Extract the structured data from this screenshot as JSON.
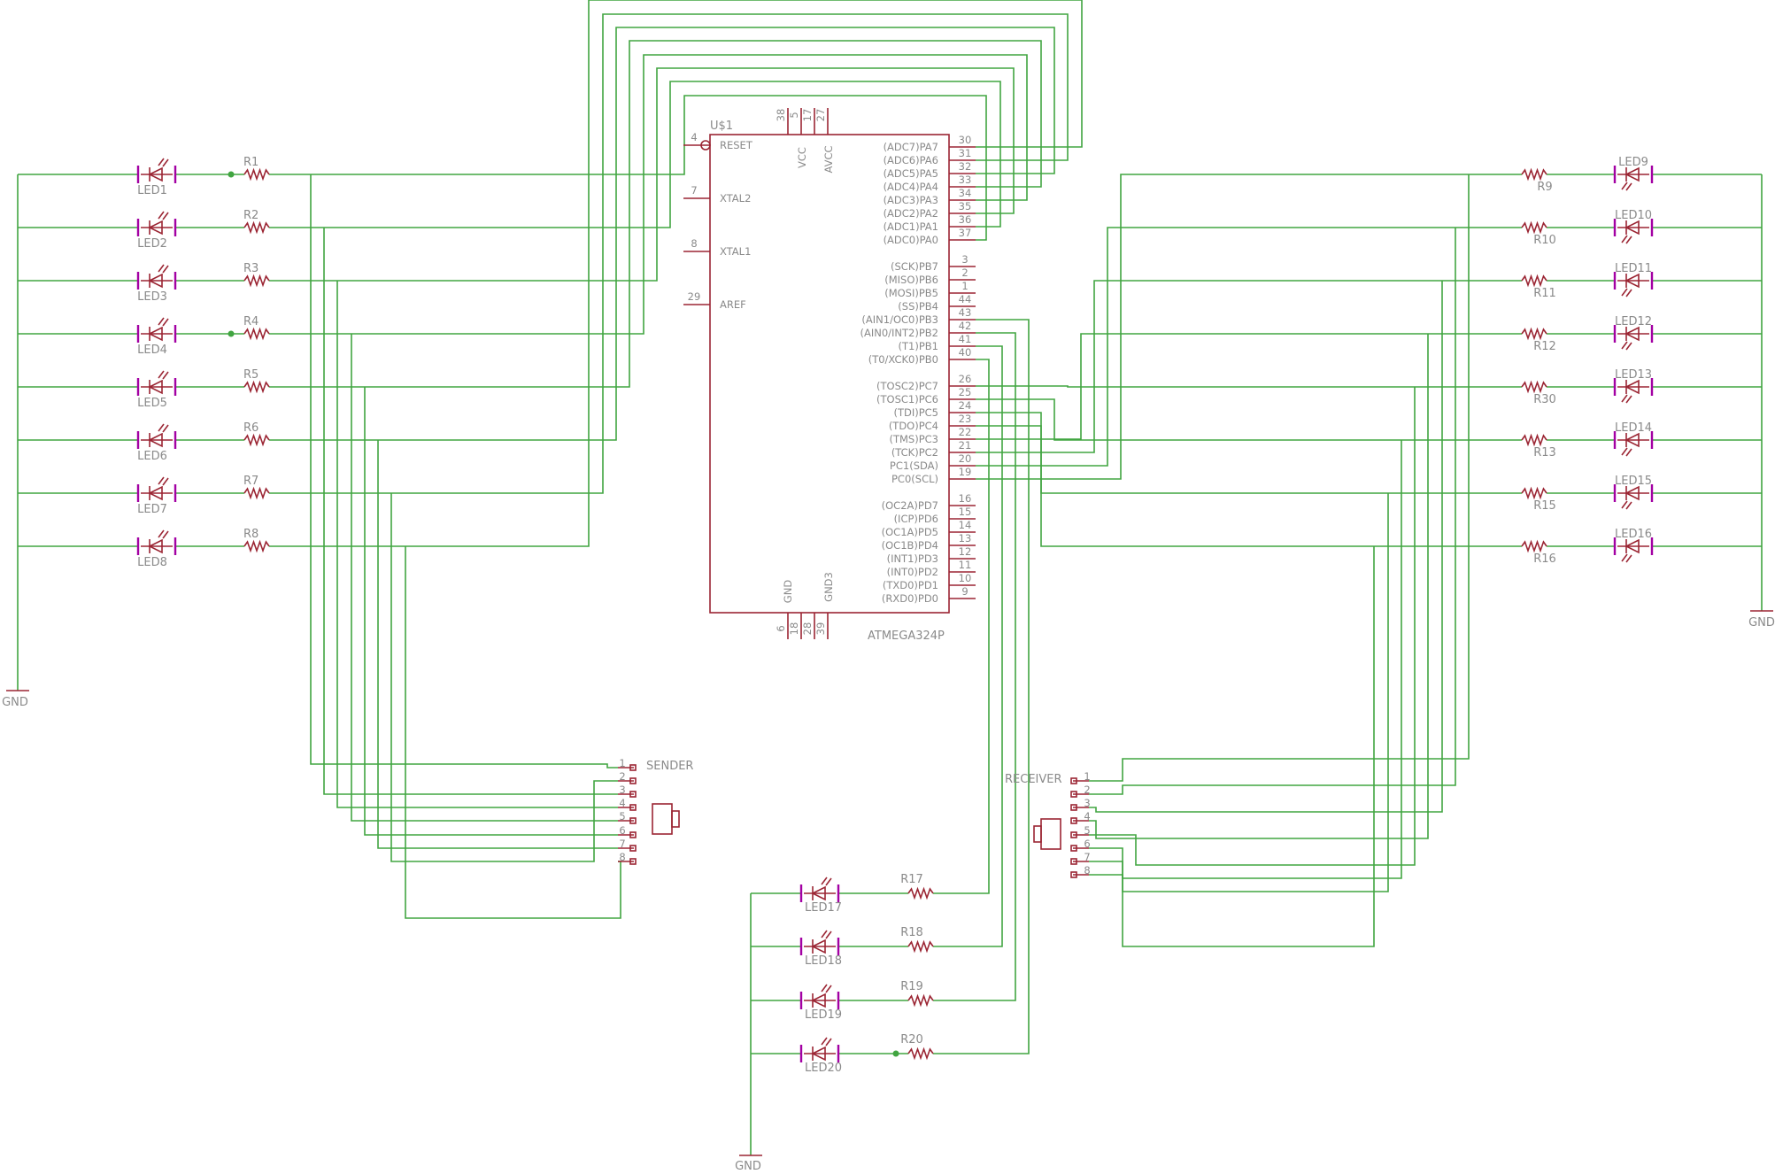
{
  "chip": {
    "name": "U$1",
    "part": "ATMEGA324P",
    "left_pins": [
      {
        "num": "4",
        "name": "RESET"
      },
      {
        "num": "7",
        "name": "XTAL2"
      },
      {
        "num": "8",
        "name": "XTAL1"
      },
      {
        "num": "29",
        "name": "AREF"
      }
    ],
    "top_pins": [
      "38",
      "5",
      "17",
      "27"
    ],
    "top_labels": [
      "VCC",
      "AVCC"
    ],
    "bottom_pins": [
      "6",
      "18",
      "28",
      "39"
    ],
    "bottom_labels": [
      "GND",
      "GND3"
    ],
    "right_groups": [
      [
        [
          "30",
          "(ADC7)PA7"
        ],
        [
          "31",
          "(ADC6)PA6"
        ],
        [
          "32",
          "(ADC5)PA5"
        ],
        [
          "33",
          "(ADC4)PA4"
        ],
        [
          "34",
          "(ADC3)PA3"
        ],
        [
          "35",
          "(ADC2)PA2"
        ],
        [
          "36",
          "(ADC1)PA1"
        ],
        [
          "37",
          "(ADC0)PA0"
        ]
      ],
      [
        [
          "3",
          "(SCK)PB7"
        ],
        [
          "2",
          "(MISO)PB6"
        ],
        [
          "1",
          "(MOSI)PB5"
        ],
        [
          "44",
          "(SS)PB4"
        ],
        [
          "43",
          "(AIN1/OC0)PB3"
        ],
        [
          "42",
          "(AIN0/INT2)PB2"
        ],
        [
          "41",
          "(T1)PB1"
        ],
        [
          "40",
          "(T0/XCK0)PB0"
        ]
      ],
      [
        [
          "26",
          "(TOSC2)PC7"
        ],
        [
          "25",
          "(TOSC1)PC6"
        ],
        [
          "24",
          "(TDI)PC5"
        ],
        [
          "23",
          "(TDO)PC4"
        ],
        [
          "22",
          "(TMS)PC3"
        ],
        [
          "21",
          "(TCK)PC2"
        ],
        [
          "20",
          "PC1(SDA)"
        ],
        [
          "19",
          "PC0(SCL)"
        ]
      ],
      [
        [
          "16",
          "(OC2A)PD7"
        ],
        [
          "15",
          "(ICP)PD6"
        ],
        [
          "14",
          "(OC1A)PD5"
        ],
        [
          "13",
          "(OC1B)PD4"
        ],
        [
          "12",
          "(INT1)PD3"
        ],
        [
          "11",
          "(INT0)PD2"
        ],
        [
          "10",
          "(TXD0)PD1"
        ],
        [
          "9",
          "(RXD0)PD0"
        ]
      ]
    ]
  },
  "left_leds": [
    "LED1",
    "LED2",
    "LED3",
    "LED4",
    "LED5",
    "LED6",
    "LED7",
    "LED8"
  ],
  "left_resistors": [
    "R1",
    "R2",
    "R3",
    "R4",
    "R5",
    "R6",
    "R7",
    "R8"
  ],
  "right_leds": [
    "LED9",
    "LED10",
    "LED11",
    "LED12",
    "LED13",
    "LED14",
    "LED15",
    "LED16"
  ],
  "right_resistors": [
    "R9",
    "R10",
    "R11",
    "R12",
    "R30",
    "R13",
    "R15",
    "R16"
  ],
  "bottom_leds": [
    "LED17",
    "LED18",
    "LED19",
    "LED20"
  ],
  "bottom_resistors": [
    "R17",
    "R18",
    "R19",
    "R20"
  ],
  "sender": {
    "label": "SENDER",
    "pins": [
      "1",
      "2",
      "3",
      "4",
      "5",
      "6",
      "7",
      "8"
    ]
  },
  "receiver": {
    "label": "RECEIVER",
    "pins": [
      "1",
      "2",
      "3",
      "4",
      "5",
      "6",
      "7",
      "8"
    ]
  },
  "gnd_label": "GND",
  "colors": {
    "wire": "#41a541",
    "part": "#9b2533",
    "led_bar": "#a300a3",
    "label": "#8a8a8a"
  }
}
